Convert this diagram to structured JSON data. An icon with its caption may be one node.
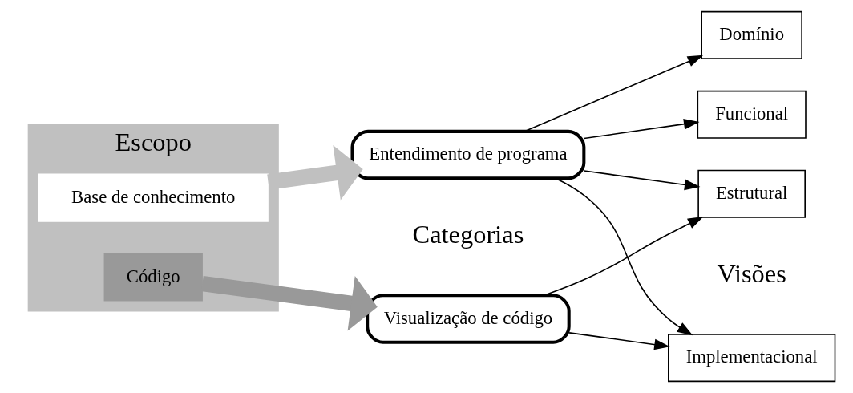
{
  "diagram": {
    "nodes": [
      {
        "text": [
          "Escopo"
        ]
      },
      {
        "text": [
          "Código"
        ],
        "in": 0
      },
      {
        "text": [
          "Base de conhecimento"
        ],
        "in": 0
      },
      {
        "text": [
          "Visualização de código"
        ]
      },
      {
        "text": [
          "Entendimento de programa"
        ]
      },
      {
        "text": [
          "Implementacional"
        ]
      },
      {
        "text": [
          "Estrutural"
        ]
      },
      {
        "text": [
          "Funcional"
        ]
      },
      {
        "text": [
          "Domínio"
        ]
      }
    ],
    "edges": [
      {
        "from": 1,
        "to": 3,
        "arrow": "to",
        "style": "thick",
        "color": "#999999"
      },
      {
        "from": 2,
        "to": 4,
        "arrow": "to",
        "style": "thick",
        "color": "#c0c0c0"
      },
      {
        "from": 3,
        "to": 5,
        "arrow": "to"
      },
      {
        "from": 3,
        "to": 6,
        "arrow": "to"
      },
      {
        "from": 4,
        "to": 5,
        "arrow": "to"
      },
      {
        "from": 4,
        "to": 6,
        "arrow": "to"
      },
      {
        "from": 4,
        "to": 7,
        "arrow": "to"
      },
      {
        "from": 4,
        "to": 8,
        "arrow": "to"
      }
    ],
    "labels": [
      "Categorias",
      "Visões"
    ]
  }
}
